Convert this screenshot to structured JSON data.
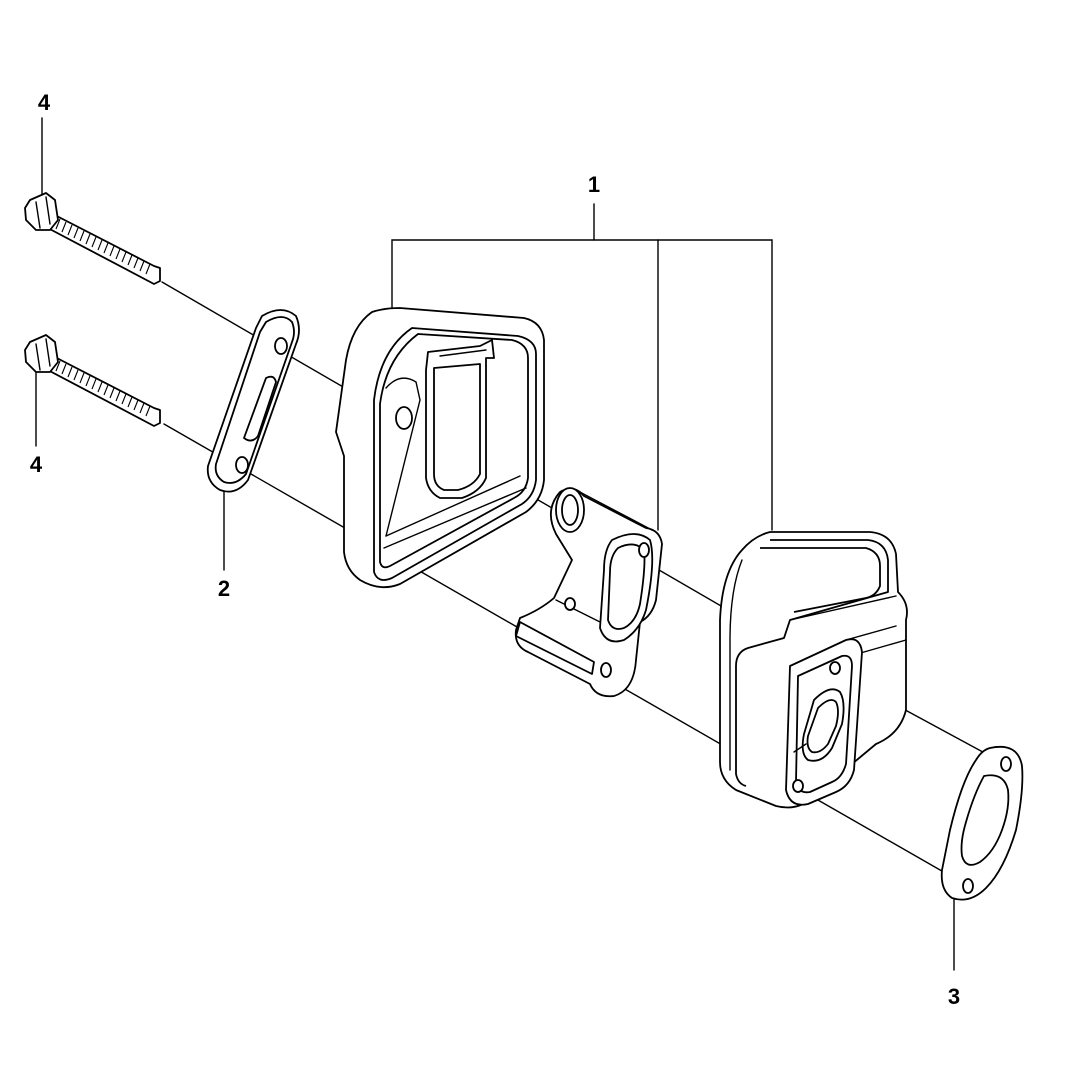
{
  "callouts": {
    "label_1": "1",
    "label_2": "2",
    "label_3": "3",
    "label_4_top": "4",
    "label_4_bottom": "4"
  },
  "colors": {
    "line": "#000000",
    "background": "#ffffff"
  }
}
